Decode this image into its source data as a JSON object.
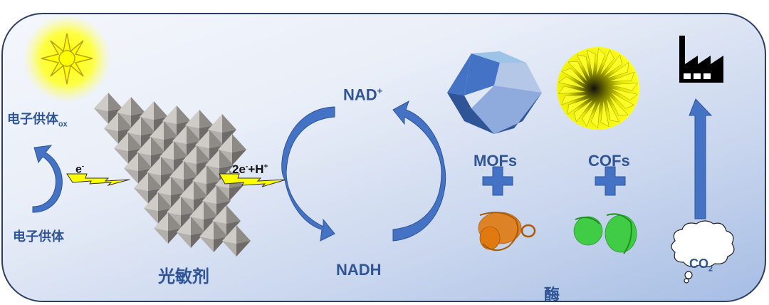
{
  "labels": {
    "donor_ox": "电子供体",
    "donor_ox_sub": "ox",
    "donor": "电子供体",
    "photosensitizer": "光敏剂",
    "electron": "e",
    "electron_sup": "-",
    "proton_coupled": "2e",
    "proton_coupled_sup1": "-",
    "proton_coupled_mid": "+H",
    "proton_coupled_sup2": "+",
    "nad_plus": "NAD",
    "nad_plus_sup": "+",
    "nadh": "NADH",
    "mofs": "MOFs",
    "cofs": "COFs",
    "enzyme": "酶",
    "co2": "CO",
    "co2_sub": "2"
  },
  "colors": {
    "label_blue": "#2f5597",
    "arrow_blue": "#4472c4",
    "arrow_dark": "#2f5597",
    "sun_yellow": "#ffff00",
    "octahedra_gray": "#a8a4a0",
    "protein_orange": "#e07a10",
    "protein_green": "#33cc33",
    "frame": "#2d3e63"
  },
  "icons": [
    "sun-icon",
    "lightning-bolt-icon",
    "curved-arrow-icon",
    "mof-crystal-icon",
    "cof-flower-icon",
    "plus-icon",
    "protein-icon",
    "factory-icon",
    "up-arrow-icon",
    "thought-cloud-icon"
  ]
}
